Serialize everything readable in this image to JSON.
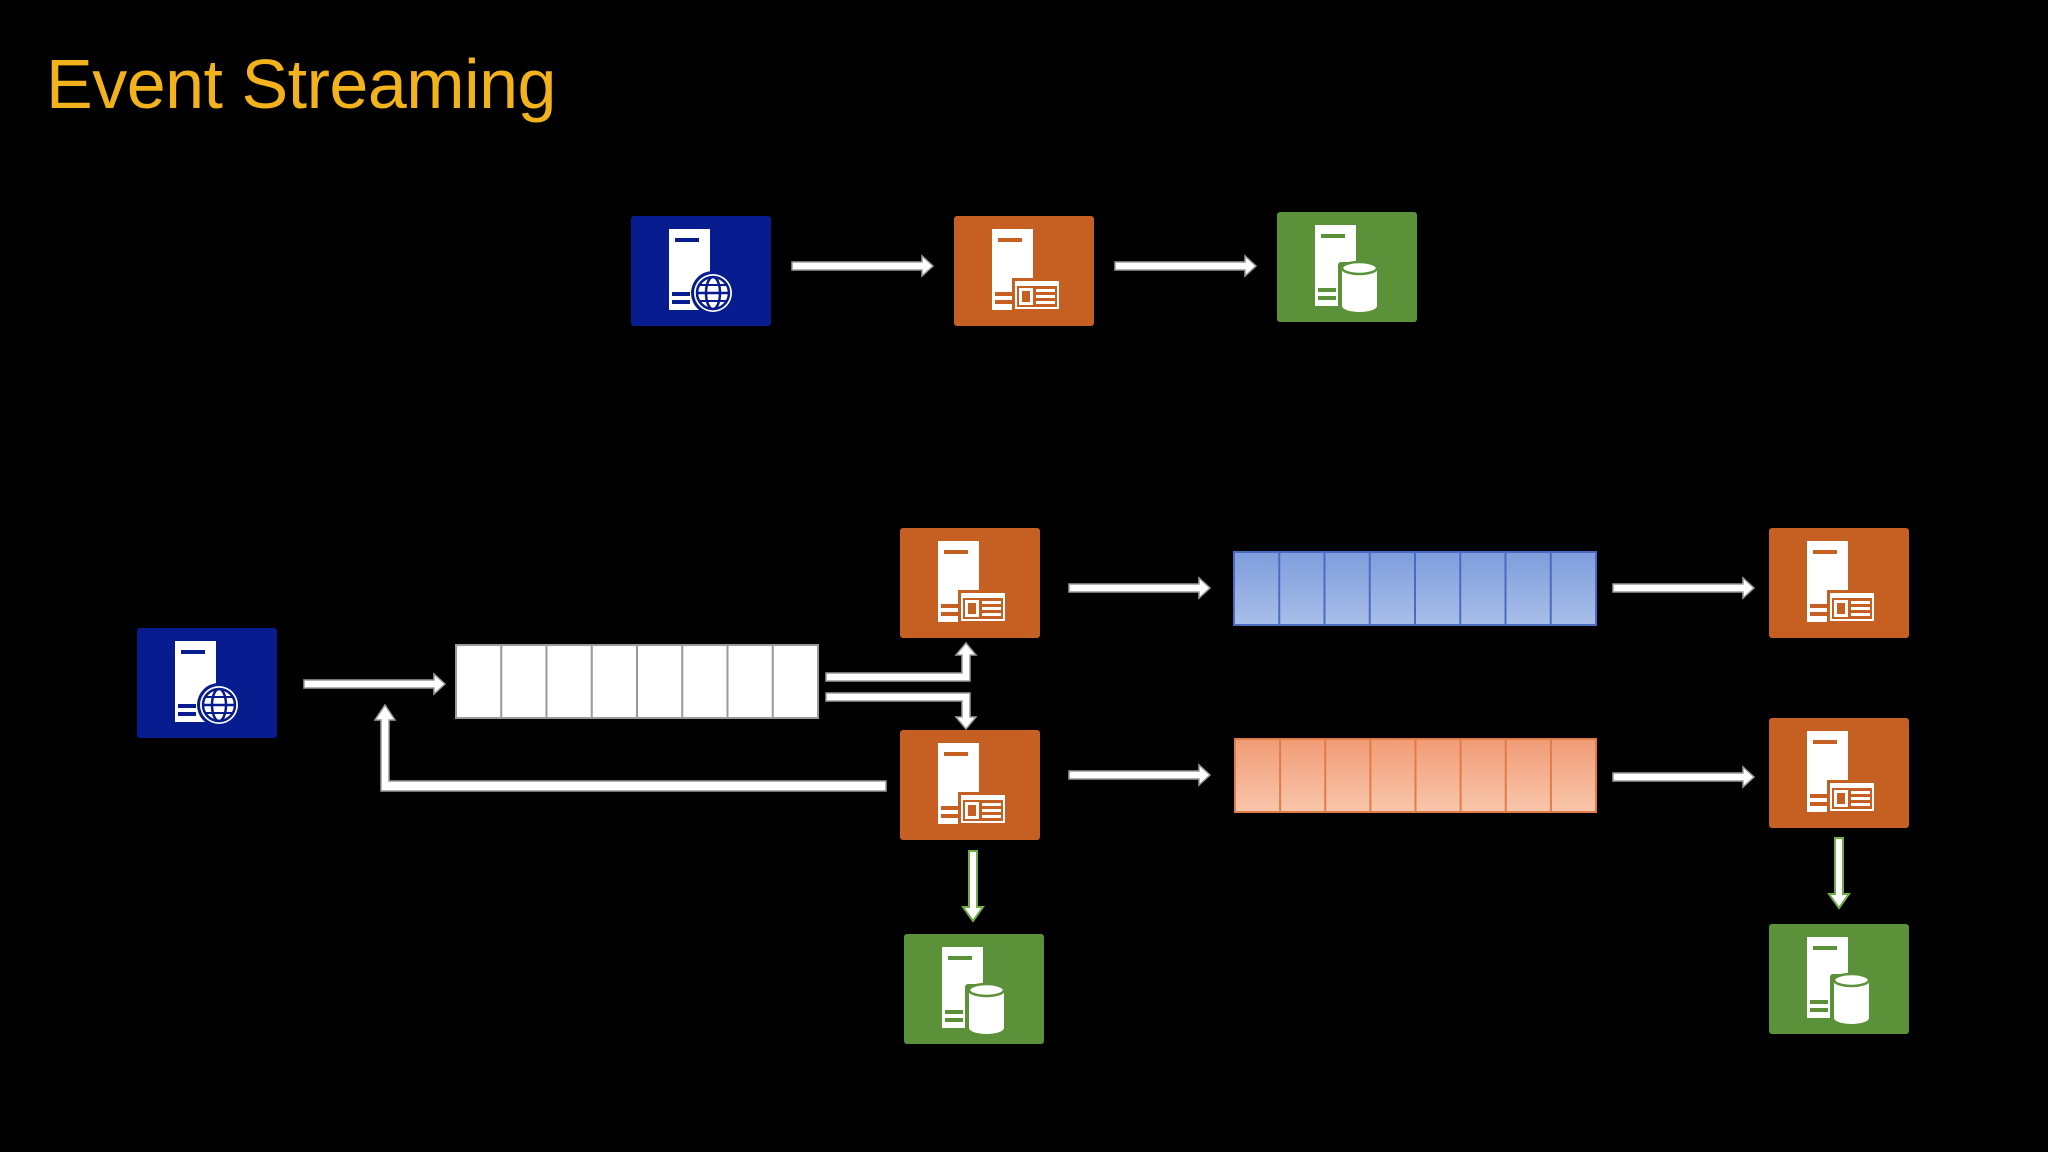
{
  "slide": {
    "title": "Event Streaming"
  },
  "colors": {
    "background": "#000000",
    "title": "#f2b21b",
    "web_server": "#071c8f",
    "app_server": "#c55f22",
    "db_server": "#5b9139",
    "arrow": "#ffffff",
    "db_arrow_outline": "#70ad47",
    "queue_main": "#ffffff",
    "queue_blue": "#8eaadb",
    "queue_orange": "#f4b08c"
  },
  "diagram": {
    "top_flow": [
      {
        "type": "web-server",
        "icon": "server-globe-icon"
      },
      {
        "type": "app-server",
        "icon": "server-window-icon"
      },
      {
        "type": "db-server",
        "icon": "server-database-icon"
      }
    ],
    "event_queue_slots": 8,
    "blue_stream_slots": 8,
    "orange_stream_slots": 8
  }
}
